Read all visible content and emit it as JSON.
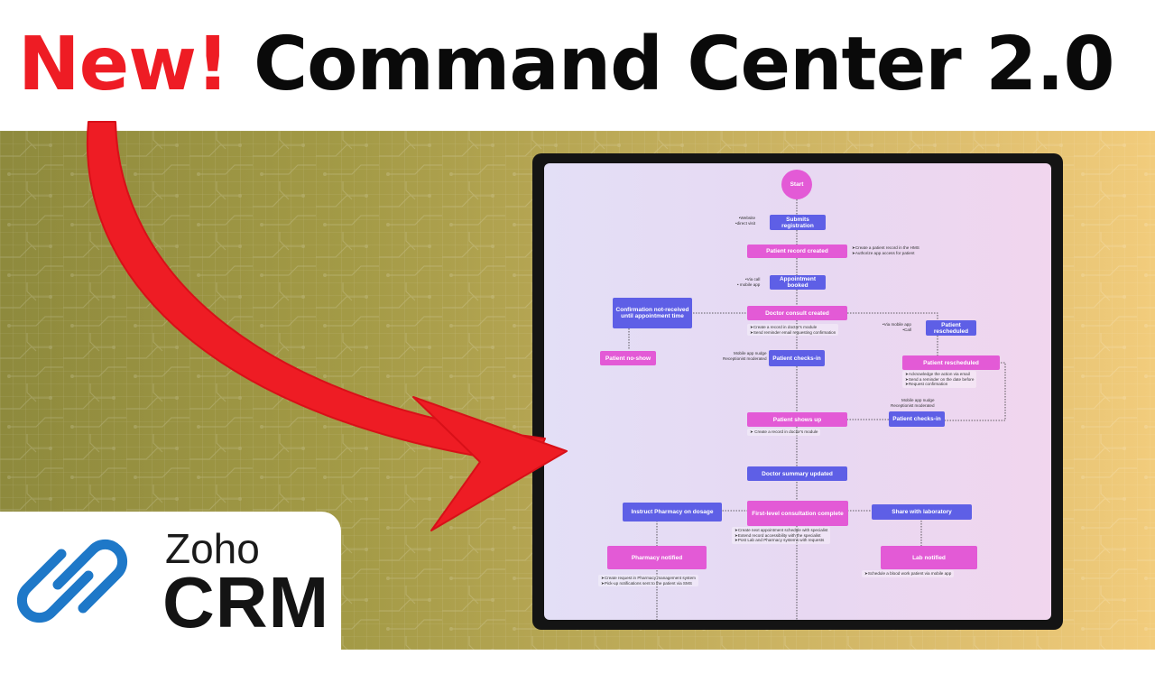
{
  "header": {
    "highlight": "New!",
    "title": "Command Center 2.0"
  },
  "logo": {
    "brand": "Zoho",
    "product": "CRM",
    "icon": "zoho-interlinked-rings-icon",
    "accent": "#1e78c8"
  },
  "colors": {
    "new": "#ee1c24",
    "pink_node": "#e35ad6",
    "blue_node": "#5e5fe6",
    "arrow": "#ee1c24"
  },
  "flow": {
    "start": "Start",
    "submits_registration": "Submits registration",
    "registration_channels": "•Website\n•direct visit",
    "patient_record_created": "Patient record created",
    "patient_record_notes": "➤Create a patient record in the HMS\n➤Authorize app access for patient",
    "booking_channels": "•Via call\n• mobile app",
    "appointment_booked": "Appointment booked",
    "confirmation_not_received": "Confirmation not-received until appointment time",
    "doctor_consult_created": "Doctor consult created",
    "doctor_consult_notes": "➤Create a record in doctor's module\n➤Send reminder email requesting confirmation",
    "patient_no_show": "Patient no-show",
    "reschedule_channels": "•Via mobile app\n•Call",
    "patient_rescheduled_blue": "Patient rescheduled",
    "checkin_channels_1": "Mobile app nudge\nReceptionist moderated",
    "patient_checks_in_1": "Patient checks-in",
    "patient_rescheduled_pink": "Patient rescheduled",
    "patient_rescheduled_notes": "➤Acknowledge the action via email\n➤Send a reminder on the date before\n➤Request confirmation",
    "checkin_channels_2": "Mobile app nudge\nReceptionist moderated",
    "patient_checks_in_2": "Patient checks-in",
    "patient_shows_up": "Patient shows up",
    "patient_shows_up_notes": "➤ Create a record in doctor's module",
    "doctor_summary_updated": "Doctor summary updated",
    "instruct_pharmacy": "Instruct Pharmacy on dosage",
    "first_level_complete": "First-level consultation complete",
    "share_with_laboratory": "Share with laboratory",
    "first_level_notes": "➤Create next appointment schedule with specialist\n➤Extend record accessibility with the specialist\n➤Post Lab and Pharmacy systems with requests",
    "pharmacy_notified": "Pharmacy notified",
    "lab_notified": "Lab notified",
    "pharmacy_notes": "➤Create request in Pharmacy management system\n➤Pick-up notifications sent to the patient via SMS",
    "lab_notes": "➤Schedule a blood work patient via mobile app"
  }
}
